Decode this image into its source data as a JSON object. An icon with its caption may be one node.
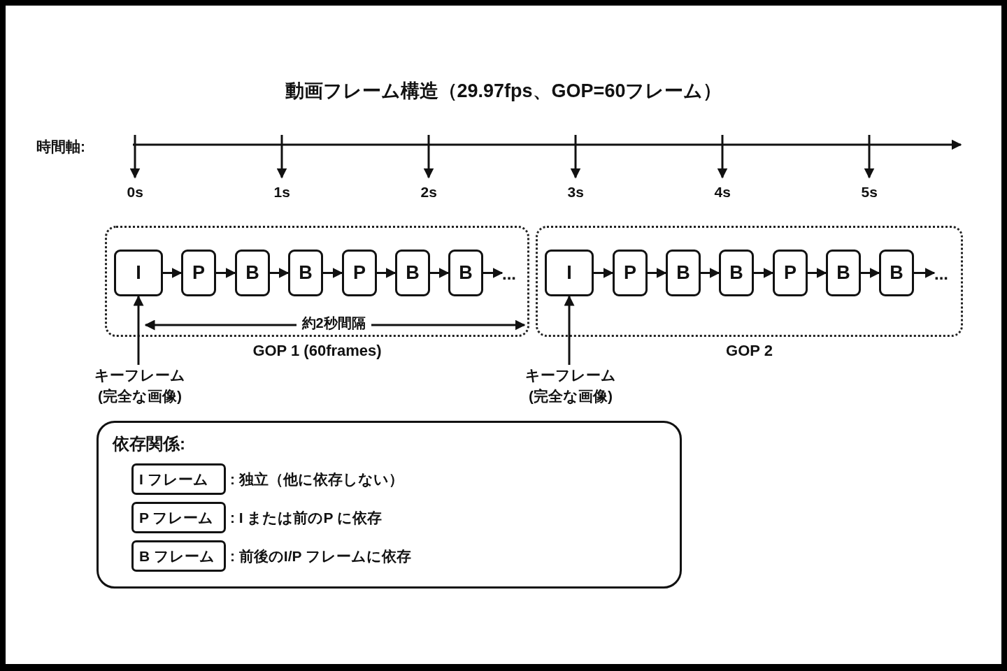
{
  "diagram": {
    "title": "動画フレーム構造（29.97fps、GOP=60フレーム）",
    "nodes": [
      {
        "text": [
          "GOP 1 (60frames)"
        ]
      },
      {
        "text": [
          "I"
        ],
        "in": 0
      },
      {
        "text": [
          "P"
        ],
        "in": 0
      },
      {
        "text": [
          "B"
        ],
        "in": 0
      },
      {
        "text": [
          "B"
        ],
        "in": 0
      },
      {
        "text": [
          "P"
        ],
        "in": 0
      },
      {
        "text": [
          "B"
        ],
        "in": 0
      },
      {
        "text": [
          "B"
        ],
        "in": 0
      },
      {
        "text": [
          "..."
        ],
        "in": 0
      },
      {
        "text": [
          "GOP 2"
        ]
      },
      {
        "text": [
          "I"
        ],
        "in": 9
      },
      {
        "text": [
          "P"
        ],
        "in": 9
      },
      {
        "text": [
          "B"
        ],
        "in": 9
      },
      {
        "text": [
          "B"
        ],
        "in": 9
      },
      {
        "text": [
          "P"
        ],
        "in": 9
      },
      {
        "text": [
          "B"
        ],
        "in": 9
      },
      {
        "text": [
          "B"
        ],
        "in": 9
      },
      {
        "text": [
          "..."
        ],
        "in": 9
      },
      {
        "text": [
          "キーフレーム (完全な画像)"
        ]
      },
      {
        "text": [
          "キーフレーム (完全な画像)"
        ]
      },
      {
        "text": [
          "依存関係:"
        ]
      },
      {
        "text": [
          "I フレーム"
        ],
        "in": 20,
        "beside": [
          ": 独立（他に依存しない）"
        ]
      },
      {
        "text": [
          "P フレーム"
        ],
        "in": 20,
        "beside": [
          ": I または前のP に依存"
        ]
      },
      {
        "text": [
          "B フレーム"
        ],
        "in": 20,
        "beside": [
          ": 前後のI/P フレームに依存"
        ]
      }
    ],
    "edges": [
      {
        "from": 1,
        "to": 2,
        "arrow": "to"
      },
      {
        "from": 2,
        "to": 3,
        "arrow": "to"
      },
      {
        "from": 3,
        "to": 4,
        "arrow": "to"
      },
      {
        "from": 4,
        "to": 5,
        "arrow": "to"
      },
      {
        "from": 5,
        "to": 6,
        "arrow": "to"
      },
      {
        "from": 6,
        "to": 7,
        "arrow": "to"
      },
      {
        "from": 7,
        "to": 8,
        "arrow": "to"
      },
      {
        "from": 10,
        "to": 11,
        "arrow": "to"
      },
      {
        "from": 11,
        "to": 12,
        "arrow": "to"
      },
      {
        "from": 12,
        "to": 13,
        "arrow": "to"
      },
      {
        "from": 13,
        "to": 14,
        "arrow": "to"
      },
      {
        "from": 14,
        "to": 15,
        "arrow": "to"
      },
      {
        "from": 15,
        "to": 16,
        "arrow": "to"
      },
      {
        "from": 16,
        "to": 17,
        "arrow": "to"
      },
      {
        "from": 18,
        "to": 1,
        "arrow": "to"
      },
      {
        "from": 19,
        "to": 10,
        "arrow": "to"
      }
    ],
    "labels": [
      "時間軸:",
      "0s",
      "1s",
      "2s",
      "3s",
      "4s",
      "5s",
      "約2秒間隔"
    ]
  }
}
